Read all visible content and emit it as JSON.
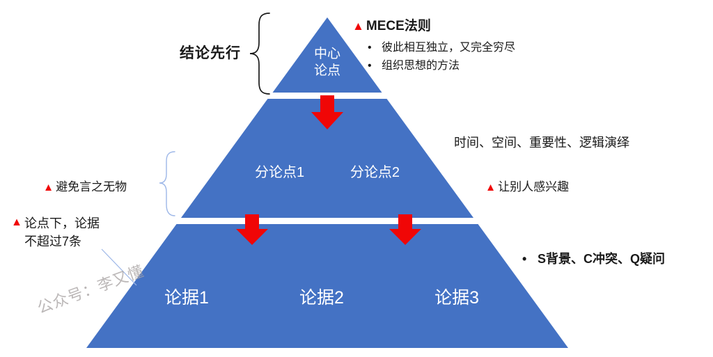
{
  "colors": {
    "pyramid_blue": "#4472C4",
    "arrow_red": "#F00606",
    "marker_red": "#F00606",
    "text_black": "#1a1a1a",
    "brace_blue": "#9DB7E8",
    "watermark_gray": "#ABA6A6"
  },
  "pyramid": {
    "tier1": {
      "label": "中心\n论点"
    },
    "tier2": {
      "items": [
        {
          "label": "分论点1"
        },
        {
          "label": "分论点2"
        }
      ]
    },
    "tier3": {
      "items": [
        {
          "label": "论据1"
        },
        {
          "label": "论据2"
        },
        {
          "label": "论据3"
        }
      ]
    }
  },
  "annotations": {
    "conclusion_first": {
      "label": "结论先行"
    },
    "mece": {
      "marker": "▲",
      "title": "MECE法则",
      "bullet": "•",
      "items": [
        "彼此相互独立，又完全穷尽",
        "组织思想的方法"
      ]
    },
    "grouping_logic": {
      "text": "时间、空间、重要性、逻辑演绎"
    },
    "interest": {
      "marker": "▲",
      "text": "让别人感兴趣"
    },
    "avoid_empty": {
      "marker": "▲",
      "text": "避免言之无物"
    },
    "evidence_limit": {
      "marker": "▲",
      "text": "论点下，论据\n不超过7条"
    },
    "scq": {
      "bullet": "•",
      "text": "S背景、C冲突、Q疑问"
    },
    "watermark": {
      "text": "公众号：李又懂"
    }
  }
}
